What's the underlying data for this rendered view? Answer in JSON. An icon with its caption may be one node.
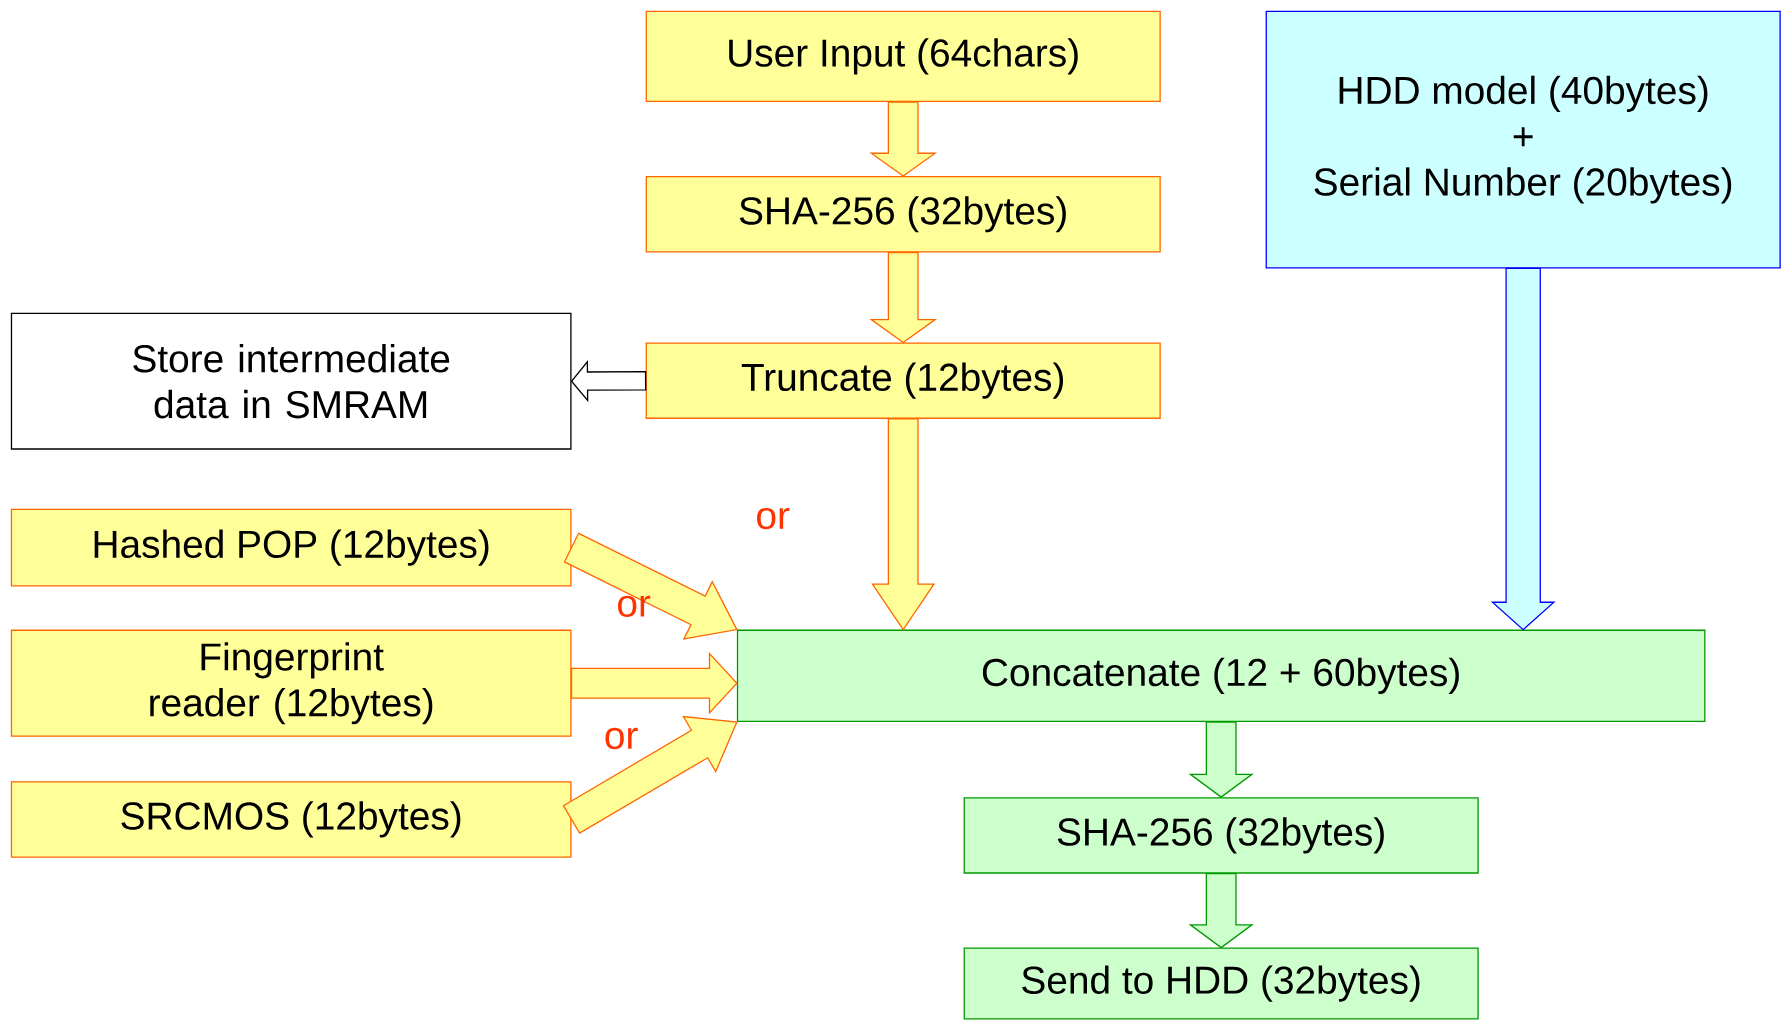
{
  "diagram": {
    "nodes": [
      {
        "text": [
          "User Input (64chars)"
        ]
      },
      {
        "text": [
          "SHA-256 (32bytes)"
        ]
      },
      {
        "text": [
          "Truncate (12bytes)"
        ]
      },
      {
        "text": [
          "HDD model (40bytes)",
          "+",
          "Serial Number (20bytes)"
        ]
      },
      {
        "text": [
          "Store intermediate data in SMRAM"
        ]
      },
      {
        "text": [
          "Hashed POP (12bytes)"
        ]
      },
      {
        "text": [
          "Fingerprint reader (12bytes)"
        ]
      },
      {
        "text": [
          "SRCMOS (12bytes)"
        ]
      },
      {
        "text": [
          "Concatenate (12 + 60bytes)"
        ]
      },
      {
        "text": [
          "SHA-256 (32bytes)"
        ]
      },
      {
        "text": [
          "Send to HDD (32bytes)"
        ]
      }
    ],
    "edges": [
      {
        "from": 0,
        "to": 1,
        "arrow": "to"
      },
      {
        "from": 1,
        "to": 2,
        "arrow": "to"
      },
      {
        "from": 2,
        "to": 4,
        "arrow": "to",
        "color": "#000000"
      },
      {
        "from": 2,
        "to": 8,
        "arrow": "to"
      },
      {
        "from": 3,
        "to": 8,
        "arrow": "to",
        "color": "#0000ff"
      },
      {
        "from": 5,
        "to": 8,
        "arrow": "to"
      },
      {
        "from": 6,
        "to": 8,
        "arrow": "to"
      },
      {
        "from": 7,
        "to": 8,
        "arrow": "to"
      },
      {
        "from": 8,
        "to": 9,
        "arrow": "to",
        "color": "#009900"
      },
      {
        "from": 9,
        "to": 10,
        "arrow": "to",
        "color": "#009900"
      }
    ],
    "labels": [
      "or",
      "or",
      "or"
    ]
  }
}
